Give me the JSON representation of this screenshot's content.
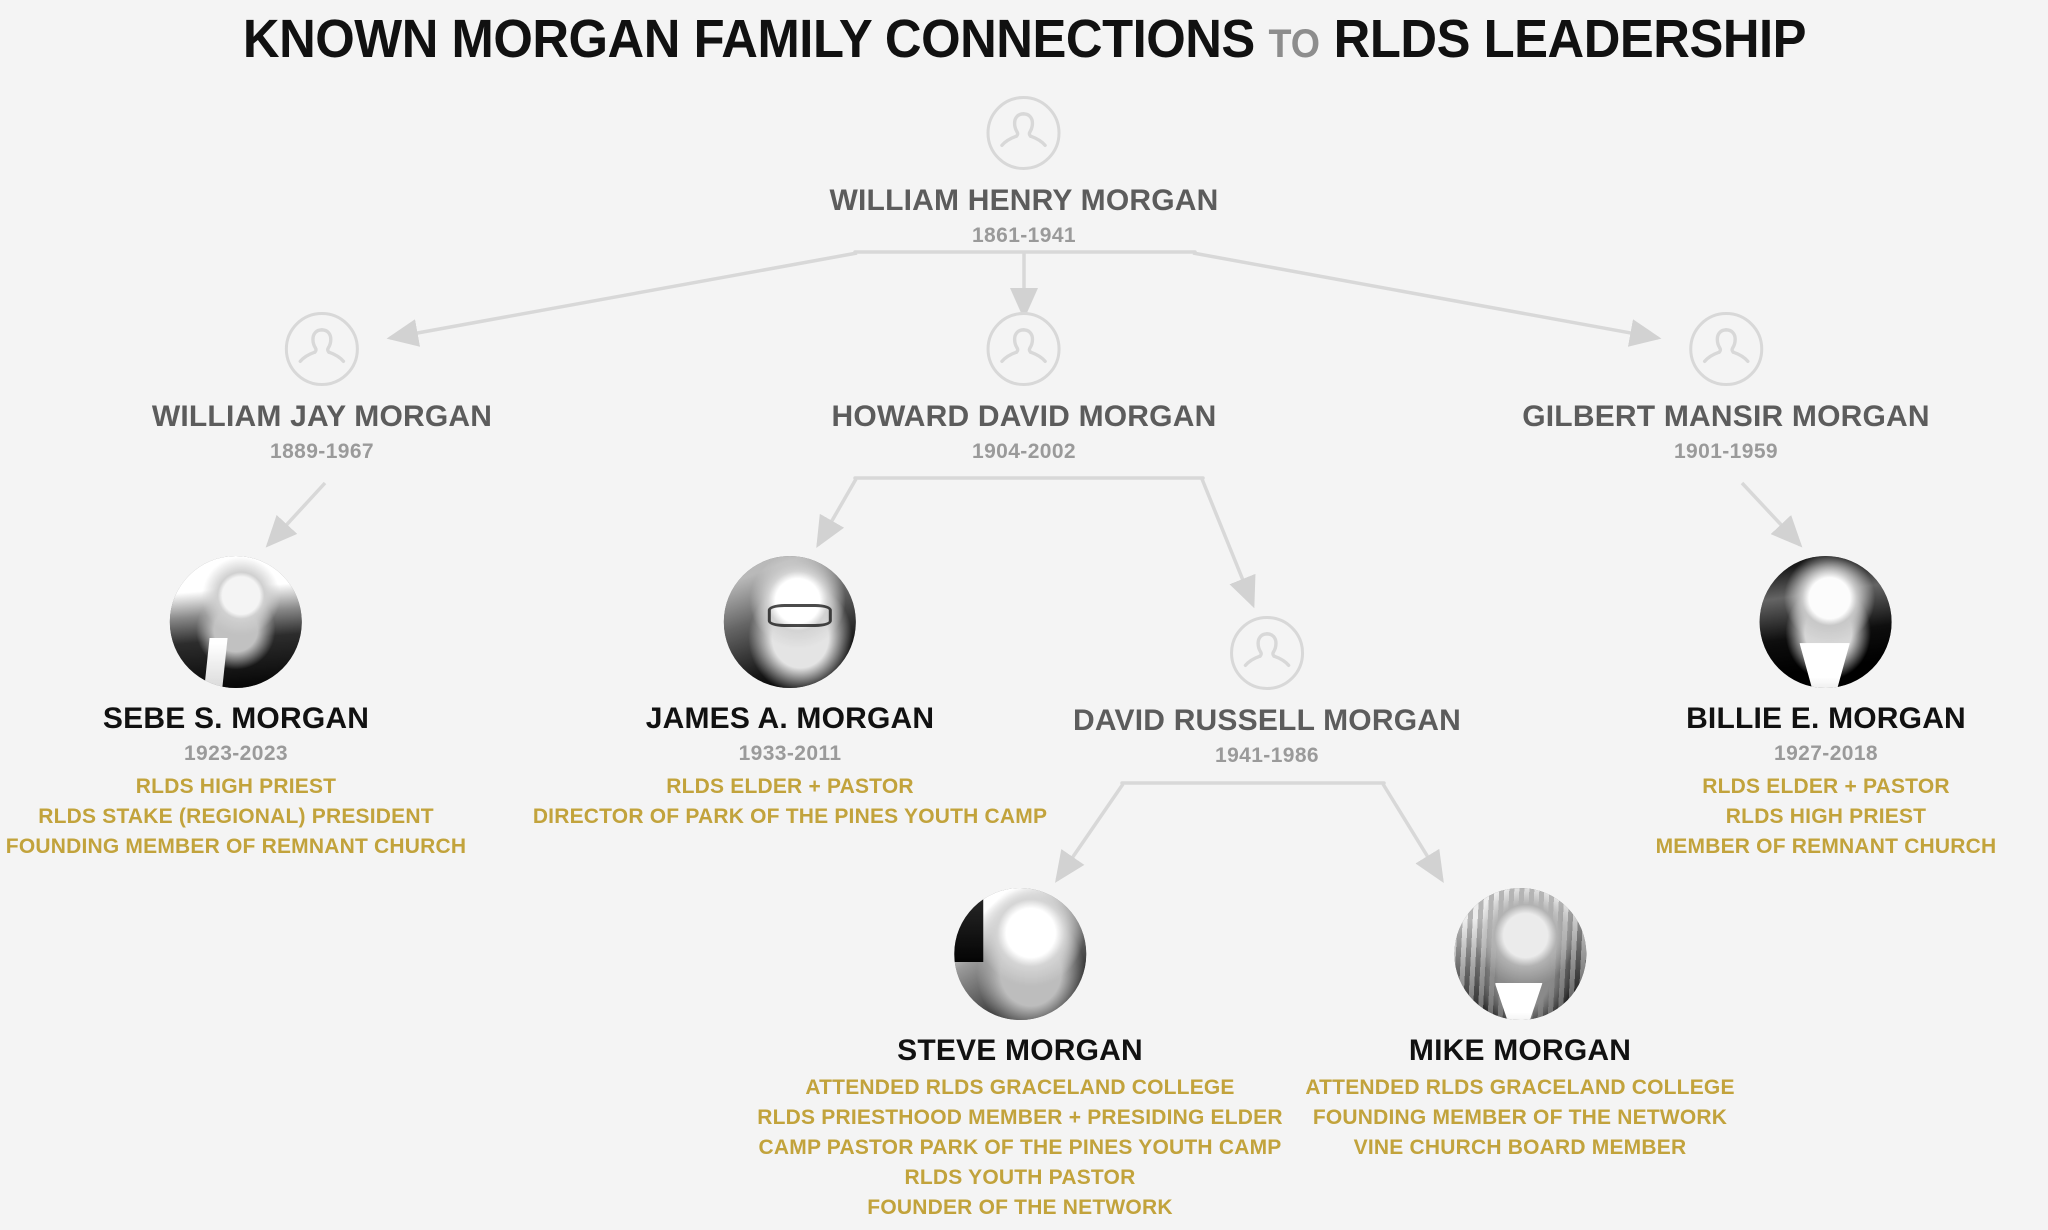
{
  "title": {
    "main_part_1": "KNOWN MORGAN FAMILY CONNECTIONS",
    "small_part": "TO",
    "main_part_2": "RLDS LEADERSHIP",
    "accent_color": "#c2a33c",
    "text_color": "#111111",
    "muted_color": "#8d8d8d",
    "background_color": "#f4f4f4"
  },
  "chart_data": {
    "type": "diagram",
    "diagram_kind": "family-tree",
    "generations": 4,
    "nodes": [
      {
        "id": "william-henry-morgan",
        "name": "WILLIAM HENRY MORGAN",
        "dates": "1861-1941",
        "avatar": "placeholder-person-icon",
        "style": "ancestor",
        "roles": []
      },
      {
        "id": "william-jay-morgan",
        "name": "WILLIAM JAY MORGAN",
        "dates": "1889-1967",
        "avatar": "placeholder-person-icon",
        "style": "ancestor",
        "roles": []
      },
      {
        "id": "howard-david-morgan",
        "name": "HOWARD DAVID MORGAN",
        "dates": "1904-2002",
        "avatar": "placeholder-person-icon",
        "style": "ancestor",
        "roles": []
      },
      {
        "id": "gilbert-mansir-morgan",
        "name": "GILBERT MANSIR MORGAN",
        "dates": "1901-1959",
        "avatar": "placeholder-person-icon",
        "style": "ancestor",
        "roles": []
      },
      {
        "id": "sebe-s-morgan",
        "name": "SEBE S. MORGAN",
        "dates": "1923-2023",
        "avatar": "photo-portrait",
        "style": "lead",
        "roles": [
          "RLDS HIGH PRIEST",
          "RLDS STAKE (REGIONAL) PRESIDENT",
          "FOUNDING MEMBER OF REMNANT CHURCH"
        ]
      },
      {
        "id": "james-a-morgan",
        "name": "JAMES A. MORGAN",
        "dates": "1933-2011",
        "avatar": "photo-portrait",
        "style": "lead",
        "roles": [
          "RLDS ELDER + PASTOR",
          "DIRECTOR OF PARK OF THE PINES YOUTH CAMP"
        ]
      },
      {
        "id": "david-russell-morgan",
        "name": "DAVID RUSSELL MORGAN",
        "dates": "1941-1986",
        "avatar": "placeholder-person-icon",
        "style": "ancestor",
        "roles": []
      },
      {
        "id": "billie-e-morgan",
        "name": "BILLIE E. MORGAN",
        "dates": "1927-2018",
        "avatar": "photo-portrait",
        "style": "lead",
        "roles": [
          "RLDS ELDER + PASTOR",
          "RLDS HIGH PRIEST",
          "MEMBER OF REMNANT CHURCH"
        ]
      },
      {
        "id": "steve-morgan",
        "name": "STEVE MORGAN",
        "dates": "",
        "avatar": "photo-portrait",
        "style": "lead",
        "roles": [
          "ATTENDED RLDS GRACELAND COLLEGE",
          "RLDS PRIESTHOOD MEMBER + PRESIDING ELDER",
          "CAMP PASTOR PARK OF THE PINES YOUTH CAMP",
          "RLDS YOUTH PASTOR",
          "FOUNDER OF THE NETWORK"
        ]
      },
      {
        "id": "mike-morgan",
        "name": "MIKE MORGAN",
        "dates": "",
        "avatar": "photo-portrait",
        "style": "lead",
        "roles": [
          "ATTENDED RLDS GRACELAND COLLEGE",
          "FOUNDING MEMBER OF THE NETWORK",
          "VINE CHURCH BOARD MEMBER"
        ]
      }
    ],
    "edges": [
      {
        "from": "william-henry-morgan",
        "to": "william-jay-morgan"
      },
      {
        "from": "william-henry-morgan",
        "to": "howard-david-morgan"
      },
      {
        "from": "william-henry-morgan",
        "to": "gilbert-mansir-morgan"
      },
      {
        "from": "william-jay-morgan",
        "to": "sebe-s-morgan"
      },
      {
        "from": "howard-david-morgan",
        "to": "james-a-morgan"
      },
      {
        "from": "howard-david-morgan",
        "to": "david-russell-morgan"
      },
      {
        "from": "gilbert-mansir-morgan",
        "to": "billie-e-morgan"
      },
      {
        "from": "david-russell-morgan",
        "to": "steve-morgan"
      },
      {
        "from": "david-russell-morgan",
        "to": "mike-morgan"
      }
    ]
  }
}
